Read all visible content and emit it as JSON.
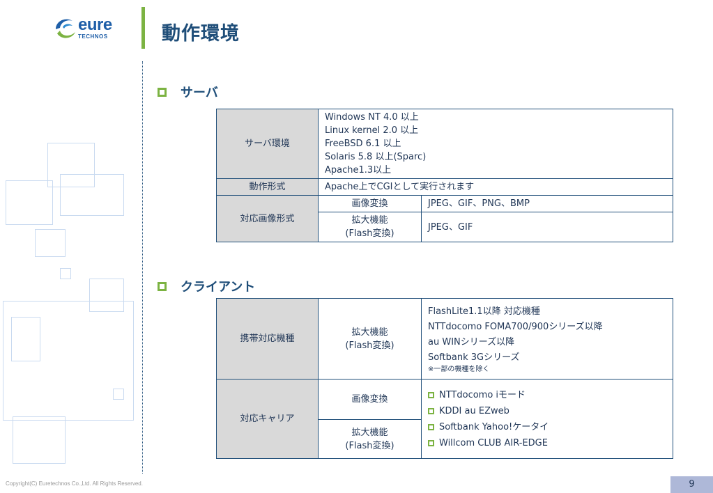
{
  "header": {
    "logo_word": "eure",
    "logo_sub": "TECHNOS",
    "title": "動作環境"
  },
  "colors": {
    "accent_green": "#7cb342",
    "navy": "#1f4e79",
    "logo_blue": "#1f5fa8"
  },
  "server": {
    "heading": "サーバ",
    "env_label": "サーバ環境",
    "env_values": [
      "Windows NT 4.0 以上",
      "Linux kernel 2.0 以上",
      "FreeBSD 6.1 以上",
      "Solaris 5.8 以上(Sparc)",
      "Apache1.3以上"
    ],
    "mode_label": "動作形式",
    "mode_value": "Apache上でCGIとして実行されます",
    "format_label": "対応画像形式",
    "conv_label": "画像変換",
    "conv_value": "JPEG、GIF、PNG、BMP",
    "ext_label_1": "拡大機能",
    "ext_label_2": "(Flash変換)",
    "ext_value": "JPEG、GIF"
  },
  "client": {
    "heading": "クライアント",
    "mobile_label": "携帯対応機種",
    "ext_label_1": "拡大機能",
    "ext_label_2": "(Flash変換)",
    "mobile_values": [
      "FlashLite1.1以降 対応機種",
      "NTTdocomo FOMA700/900シリーズ以降",
      "au WINシリーズ以降",
      "Softbank 3Gシリーズ"
    ],
    "mobile_note": "※一部の機種を除く",
    "carrier_label": "対応キャリア",
    "conv_label": "画像変換",
    "carriers": [
      "NTTdocomo iモード",
      "KDDI au EZweb",
      "Softbank Yahoo!ケータイ",
      "Willcom CLUB AIR-EDGE"
    ]
  },
  "footer": {
    "copyright": "Copyright(C) Euretechnos Co.,Ltd. All Rights Reserved.",
    "page_number": "9"
  }
}
